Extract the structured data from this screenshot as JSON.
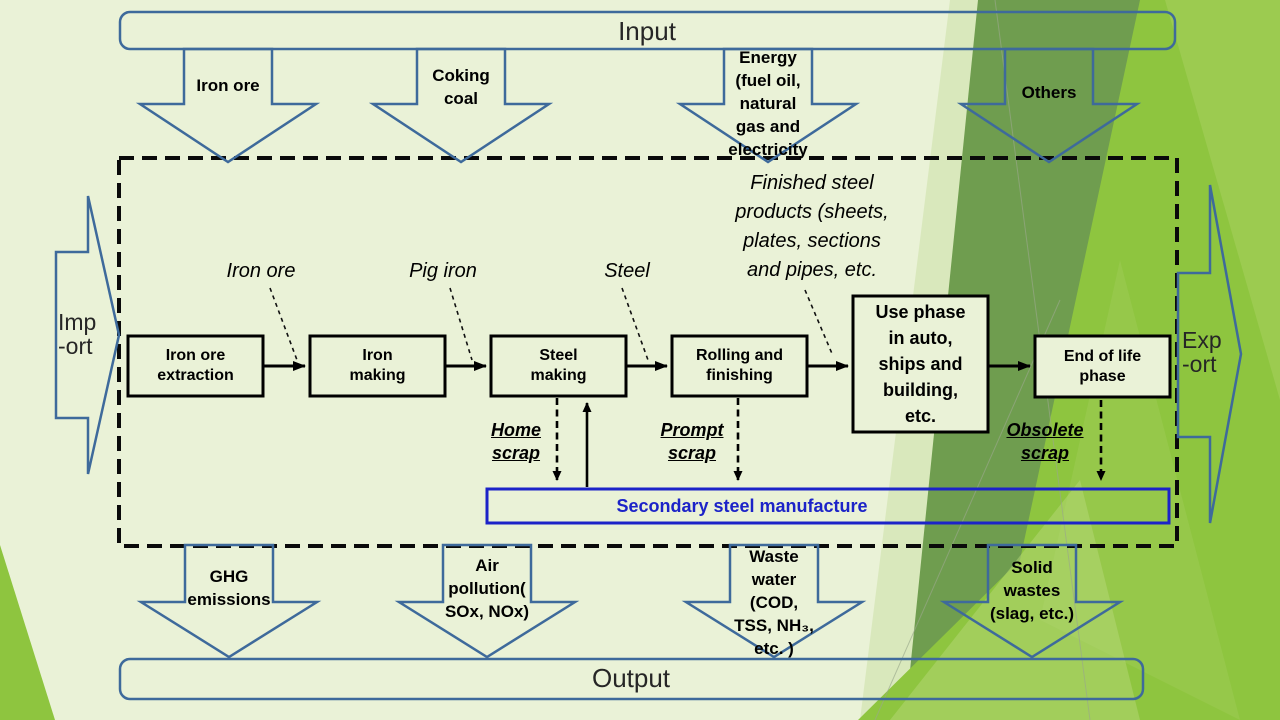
{
  "banners": {
    "input": "Input",
    "output": "Output"
  },
  "ports": {
    "import": "Imp\n-ort",
    "export": "Exp\n-ort"
  },
  "input_arrows": [
    {
      "label": "Iron ore"
    },
    {
      "label": "Coking\ncoal"
    },
    {
      "label": "Energy\n(fuel oil,\nnatural\ngas and\nelectricity"
    },
    {
      "label": "Others"
    }
  ],
  "output_arrows": [
    {
      "label": "GHG\nemissions"
    },
    {
      "label": "Air\npollution(\nSOx, NOx)"
    },
    {
      "label": "Waste\nwater\n(COD,\nTSS, NH₃,\netc. )"
    },
    {
      "label": "Solid\nwastes\n(slag, etc.)"
    }
  ],
  "process": {
    "boxes": [
      {
        "label": "Iron ore\nextraction"
      },
      {
        "label": "Iron\nmaking"
      },
      {
        "label": "Steel\nmaking"
      },
      {
        "label": "Rolling and\nfinishing"
      },
      {
        "label": "Use phase\nin auto,\nships and\nbuilding,\netc."
      },
      {
        "label": "End of life\nphase"
      }
    ],
    "flow_labels": [
      {
        "text": "Iron ore"
      },
      {
        "text": "Pig iron"
      },
      {
        "text": "Steel"
      },
      {
        "text": "Finished steel\nproducts (sheets,\nplates, sections\nand pipes, etc."
      }
    ],
    "scrap_labels": [
      {
        "text": "Home\nscrap"
      },
      {
        "text": "Prompt\nscrap"
      },
      {
        "text": "Obsolete\nscrap"
      }
    ],
    "secondary_label": "Secondary steel manufacture"
  },
  "colors": {
    "background_light": "#eaf2d7",
    "facet_medium_green": "#6f9d4f",
    "facet_bright_green": "#8ec53f",
    "outline_blue": "#3e6a9b",
    "secondary_blue": "#1c23c8",
    "box_border": "#000000"
  }
}
